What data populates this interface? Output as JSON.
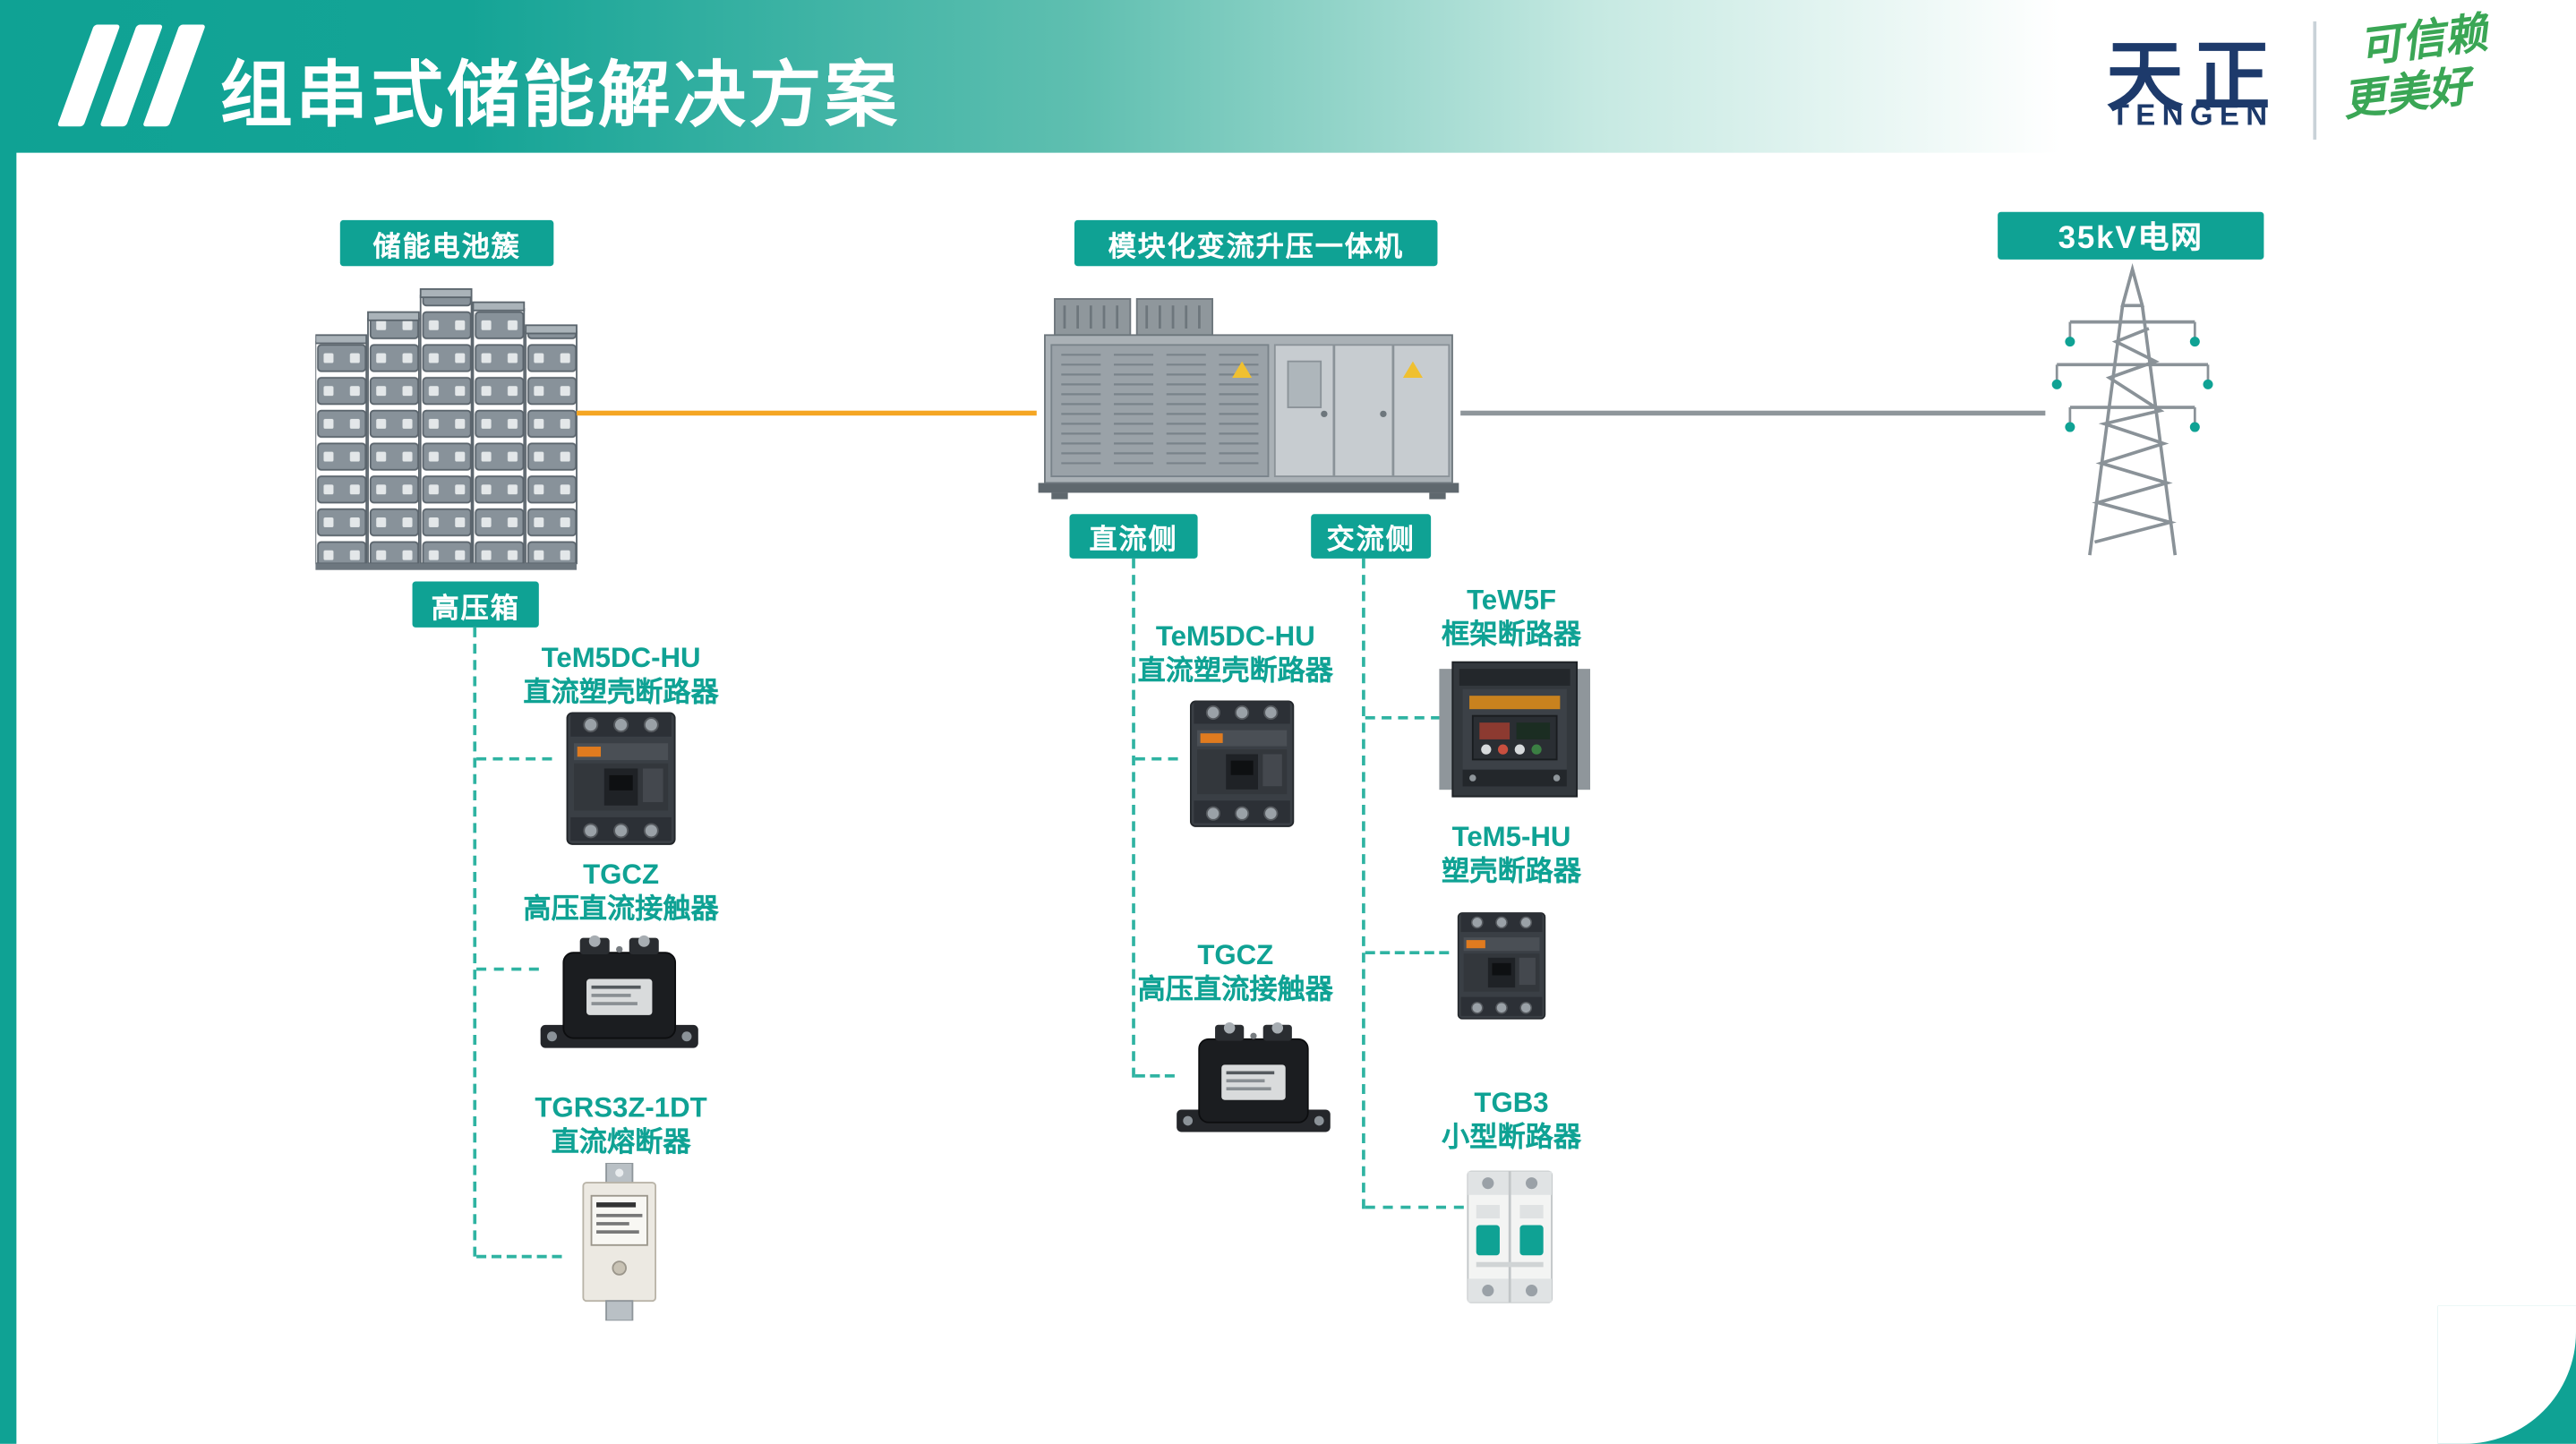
{
  "slide": {
    "title": "组串式储能解决方案"
  },
  "brand": {
    "logo_cn": "天正",
    "logo_en": "TENGEN",
    "slogan_line1": "可信赖",
    "slogan_line2": "更美好"
  },
  "labels": {
    "battery_cluster": "储能电池簇",
    "pcs": "模块化变流升压一体机",
    "grid": "35kV电网",
    "hv_box": "高压箱",
    "dc_side": "直流侧",
    "ac_side": "交流侧"
  },
  "products": {
    "hv_box": [
      {
        "model": "TeM5DC-HU",
        "name": "直流塑壳断路器"
      },
      {
        "model": "TGCZ",
        "name": "高压直流接触器"
      },
      {
        "model": "TGRS3Z-1DT",
        "name": "直流熔断器"
      }
    ],
    "dc_side": [
      {
        "model": "TeM5DC-HU",
        "name": "直流塑壳断路器"
      },
      {
        "model": "TGCZ",
        "name": "高压直流接触器"
      }
    ],
    "ac_side": [
      {
        "model": "TeW5F",
        "name": "框架断路器"
      },
      {
        "model": "TeM5-HU",
        "name": "塑壳断路器"
      },
      {
        "model": "TGB3",
        "name": "小型断路器"
      }
    ]
  },
  "colors": {
    "teal": "#0FA294",
    "orange_line": "#F5A623",
    "gray_line": "#8F969B",
    "navy": "#1D3A6B",
    "slogan_green": "#3AA655"
  }
}
